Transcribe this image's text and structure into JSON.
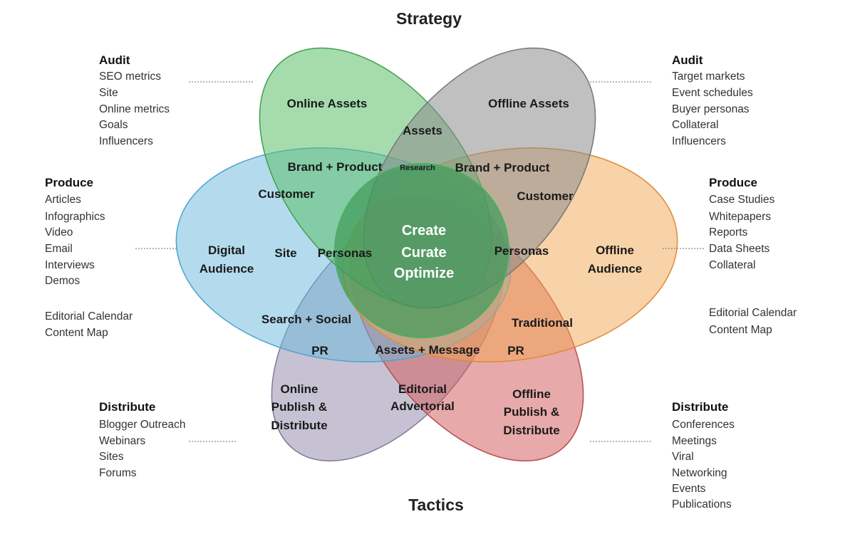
{
  "titles": {
    "top": "Strategy",
    "bottom": "Tactics"
  },
  "colors": {
    "online_assets": "#5cbf6a",
    "offline_assets": "#8c8c8c",
    "digital_audience": "#6ab8dc",
    "offline_audience": "#f2a552",
    "online_publish": "#978fae",
    "offline_publish": "#d36262",
    "core": "#3e9a58"
  },
  "left": {
    "audit": {
      "heading": "Audit",
      "items": [
        "SEO metrics",
        "Site",
        "Online metrics",
        "Goals",
        "Influencers"
      ]
    },
    "produce": {
      "heading": "Produce",
      "items": [
        "Articles",
        "Infographics",
        "Video",
        "Email",
        "Interviews",
        "Demos"
      ],
      "extra": [
        "Editorial Calendar",
        "Content Map"
      ]
    },
    "distribute": {
      "heading": "Distribute",
      "items": [
        "Blogger Outreach",
        "Webinars",
        "Sites",
        "Forums"
      ]
    }
  },
  "right": {
    "audit": {
      "heading": "Audit",
      "items": [
        "Target markets",
        "Event schedules",
        "Buyer personas",
        "Collateral",
        "Influencers"
      ]
    },
    "produce": {
      "heading": "Produce",
      "items": [
        "Case Studies",
        "Whitepapers",
        "Reports",
        "Data Sheets",
        "Collateral"
      ],
      "extra": [
        "Editorial Calendar",
        "Content Map"
      ]
    },
    "distribute": {
      "heading": "Distribute",
      "items": [
        "Conferences",
        "Meetings",
        "Viral",
        "Networking",
        "Events",
        "Publications"
      ]
    }
  },
  "regions": {
    "online_assets": "Online Assets",
    "offline_assets": "Offline  Assets",
    "assets": "Assets",
    "brand_product_left": "Brand + Product",
    "research": "Research",
    "brand_product_right": "Brand + Product",
    "customer_left": "Customer",
    "customer_right": "Customer",
    "digital_audience": [
      "Digital",
      "Audience"
    ],
    "offline_audience": [
      "Offline",
      "Audience"
    ],
    "site": "Site",
    "personas_left": "Personas",
    "personas_right": "Personas",
    "core": [
      "Create",
      "Curate",
      "Optimize"
    ],
    "search_social": "Search + Social",
    "traditional": "Traditional",
    "pr_left": "PR",
    "pr_right": "PR",
    "assets_message": "Assets + Message",
    "editorial": [
      "Editorial",
      "Advertorial"
    ],
    "online_publish": [
      "Online",
      "Publish &",
      "Distribute"
    ],
    "offline_publish": [
      "Offline",
      "Publish &",
      "Distribute"
    ]
  }
}
